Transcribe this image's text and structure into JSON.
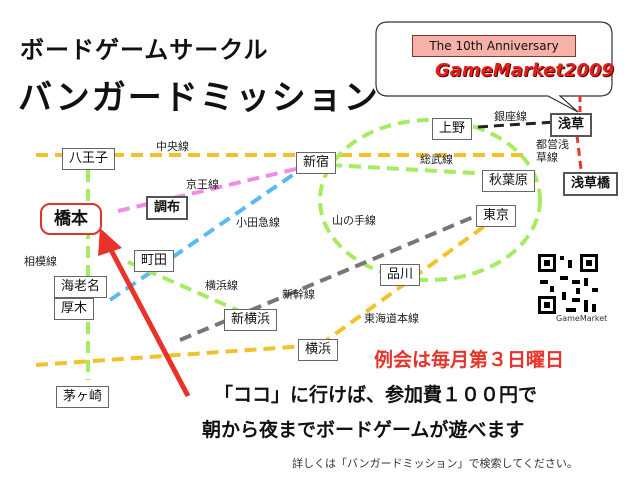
{
  "header": {
    "circle": "ボードゲームサークル",
    "name": "バンガードミッション"
  },
  "callout": {
    "anniversary": "The 10th Anniversary",
    "logo": "GameMarket2009"
  },
  "stations": {
    "hachioji": "八王子",
    "shinjuku": "新宿",
    "ueno": "上野",
    "asakusa": "浅草",
    "akihabara": "秋葉原",
    "asakusabashi": "浅草橋",
    "tokyo": "東京",
    "chofu": "調布",
    "hashimoto": "橋本",
    "machida": "町田",
    "ebina": "海老名",
    "atsugi": "厚木",
    "shinagawa": "品川",
    "shinyokohama": "新横浜",
    "yokohama": "横浜",
    "chigasaki": "茅ヶ崎"
  },
  "lines": {
    "chuo": "中央線",
    "keio": "京王線",
    "odakyu": "小田急線",
    "yamanote": "山の手線",
    "sobu": "総武線",
    "ginza": "銀座線",
    "toei": "都営浅草線",
    "sagami": "相模線",
    "yokohama": "横浜線",
    "shinkansen": "新幹線",
    "tokaido": "東海道本線"
  },
  "qr": {
    "caption": "GameMarket"
  },
  "footer": {
    "schedule": "例会は毎月第３日曜日",
    "line1": "「ココ」に行けば、参加費１００円で",
    "line2": "朝から夜までボードゲームが遊べます",
    "note": "詳しくは「バンガードミッション」で検索してください。"
  }
}
